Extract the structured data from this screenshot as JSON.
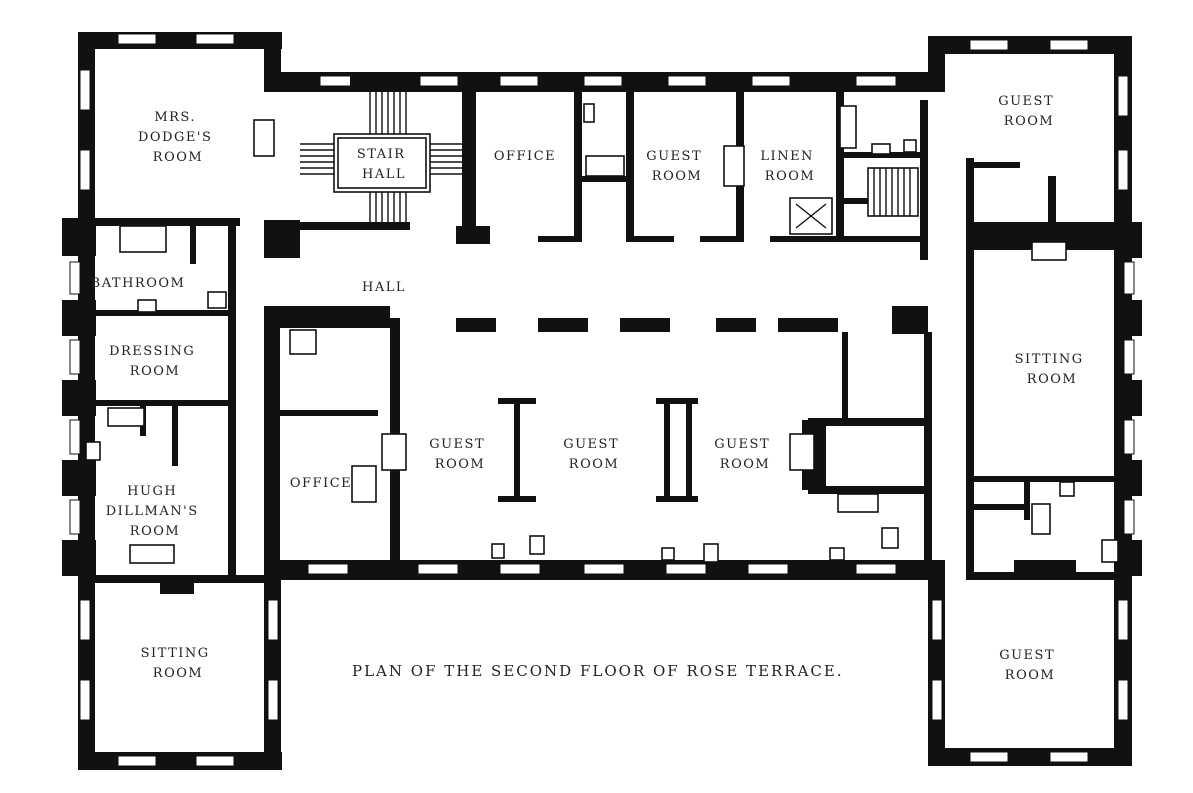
{
  "caption": "PLAN OF THE SECOND FLOOR OF ROSE TERRACE.",
  "rooms": {
    "mrs_dodges_room": [
      "MRS.",
      "DODGE'S",
      "ROOM"
    ],
    "stair_hall": [
      "STAIR",
      "HALL"
    ],
    "office_north": [
      "OFFICE"
    ],
    "guest_room_north": [
      "GUEST",
      "ROOM"
    ],
    "linen_room": [
      "LINEN",
      "ROOM"
    ],
    "guest_room_ne": [
      "GUEST",
      "ROOM"
    ],
    "bathroom": [
      "BATHROOM"
    ],
    "hall": [
      "HALL"
    ],
    "dressing_room": [
      "DRESSING",
      "ROOM"
    ],
    "sitting_room_east": [
      "SITTING",
      "ROOM"
    ],
    "office_west": [
      "OFFICE"
    ],
    "guest_room_1": [
      "GUEST",
      "ROOM"
    ],
    "guest_room_2": [
      "GUEST",
      "ROOM"
    ],
    "guest_room_3": [
      "GUEST",
      "ROOM"
    ],
    "hugh_dillmans_room": [
      "HUGH",
      "DILLMAN'S",
      "ROOM"
    ],
    "sitting_room_west": [
      "SITTING",
      "ROOM"
    ],
    "guest_room_se": [
      "GUEST",
      "ROOM"
    ]
  }
}
